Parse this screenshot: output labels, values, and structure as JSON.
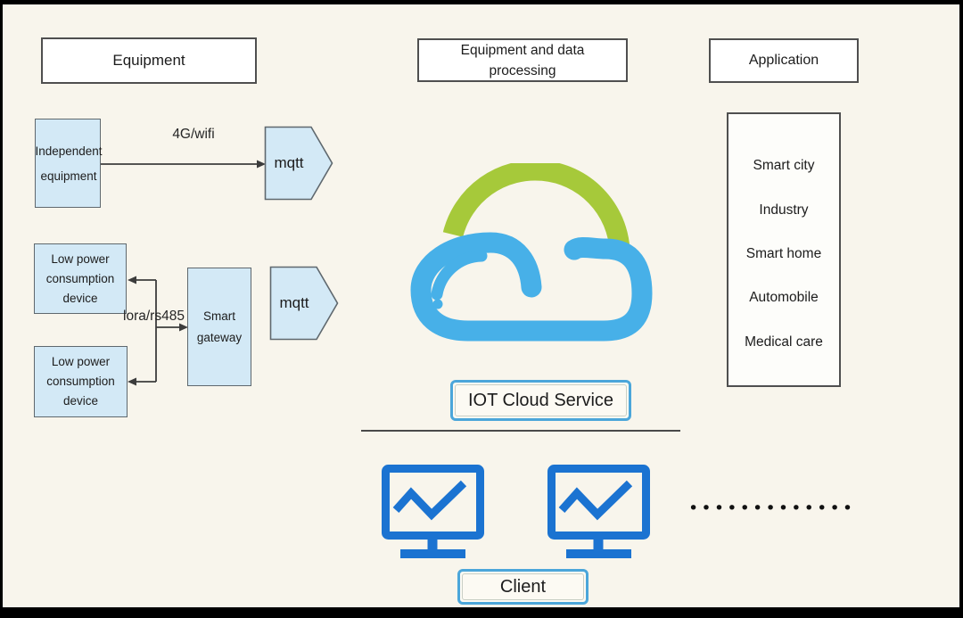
{
  "colors": {
    "background": "#f8f5ec",
    "frame": "#000000",
    "box_fill": "#d3e9f6",
    "box_border": "#5f686e",
    "header_fill": "#ffffff",
    "header_border": "#4f4f4f",
    "line": "#3c3c3c",
    "accent_border_blue": "#4ba6da",
    "monitor_blue": "#1b73d1",
    "cloud_blue": "#47b0e8",
    "cloud_green": "#a6c93a",
    "text": "#1c1c1c"
  },
  "headers": {
    "equipment": "Equipment",
    "processing": "Equipment and data processing",
    "application": "Application"
  },
  "equipment_section": {
    "independent_device": "Independent equipment",
    "wireless_link": "4G/wifi",
    "mqtt_1": "mqtt",
    "low_power_device_1": "Low power consumption device",
    "low_power_device_2": "Low power consumption device",
    "gateway": "Smart gateway",
    "local_link": "lora/rs485",
    "mqtt_2": "mqtt"
  },
  "cloud_section": {
    "service_label": "IOT Cloud Service",
    "icon": "iot-cloud-icon"
  },
  "application_section": {
    "items": [
      "Smart city",
      "Industry",
      "Smart home",
      "Automobile",
      "Medical care"
    ]
  },
  "client_section": {
    "label": "Client",
    "monitor_icon": "monitor-chart-icon",
    "ellipsis": "•••••••••••••"
  }
}
